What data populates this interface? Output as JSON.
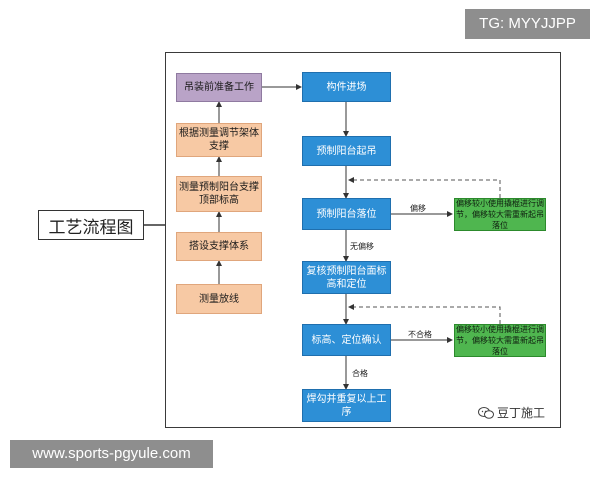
{
  "header_tag": "TG: MYYJJPP",
  "footer_url": "www.sports-pgyule.com",
  "title_box": "工艺流程图",
  "left_column": {
    "step1": "吊装前准备工作",
    "step2": "根据测量调节架体支撑",
    "step3": "测量预制阳台支撑顶部标高",
    "step4": "搭设支撑体系",
    "step5": "测量放线"
  },
  "right_column": {
    "step1": "构件进场",
    "step2": "预制阳台起吊",
    "step3": "预制阳台落位",
    "step4": "复核预制阳台面标高和定位",
    "step5": "标高、定位确认",
    "step6": "焊勾并重复以上工序"
  },
  "side_boxes": {
    "offset1": "偏移较小使用撬棍进行调节，偏移较大需重新起吊落位",
    "offset2": "偏移较小使用撬棍进行调节，偏移较大需重新起吊落位"
  },
  "edge_labels": {
    "offset": "偏移",
    "no_offset": "无偏移",
    "fail": "不合格",
    "pass": "合格"
  },
  "brand": "豆丁施工",
  "colors": {
    "purple": "#b9a3c7",
    "peach": "#f7c9a4",
    "blue": "#2d8fd6",
    "green": "#4fb64f"
  }
}
